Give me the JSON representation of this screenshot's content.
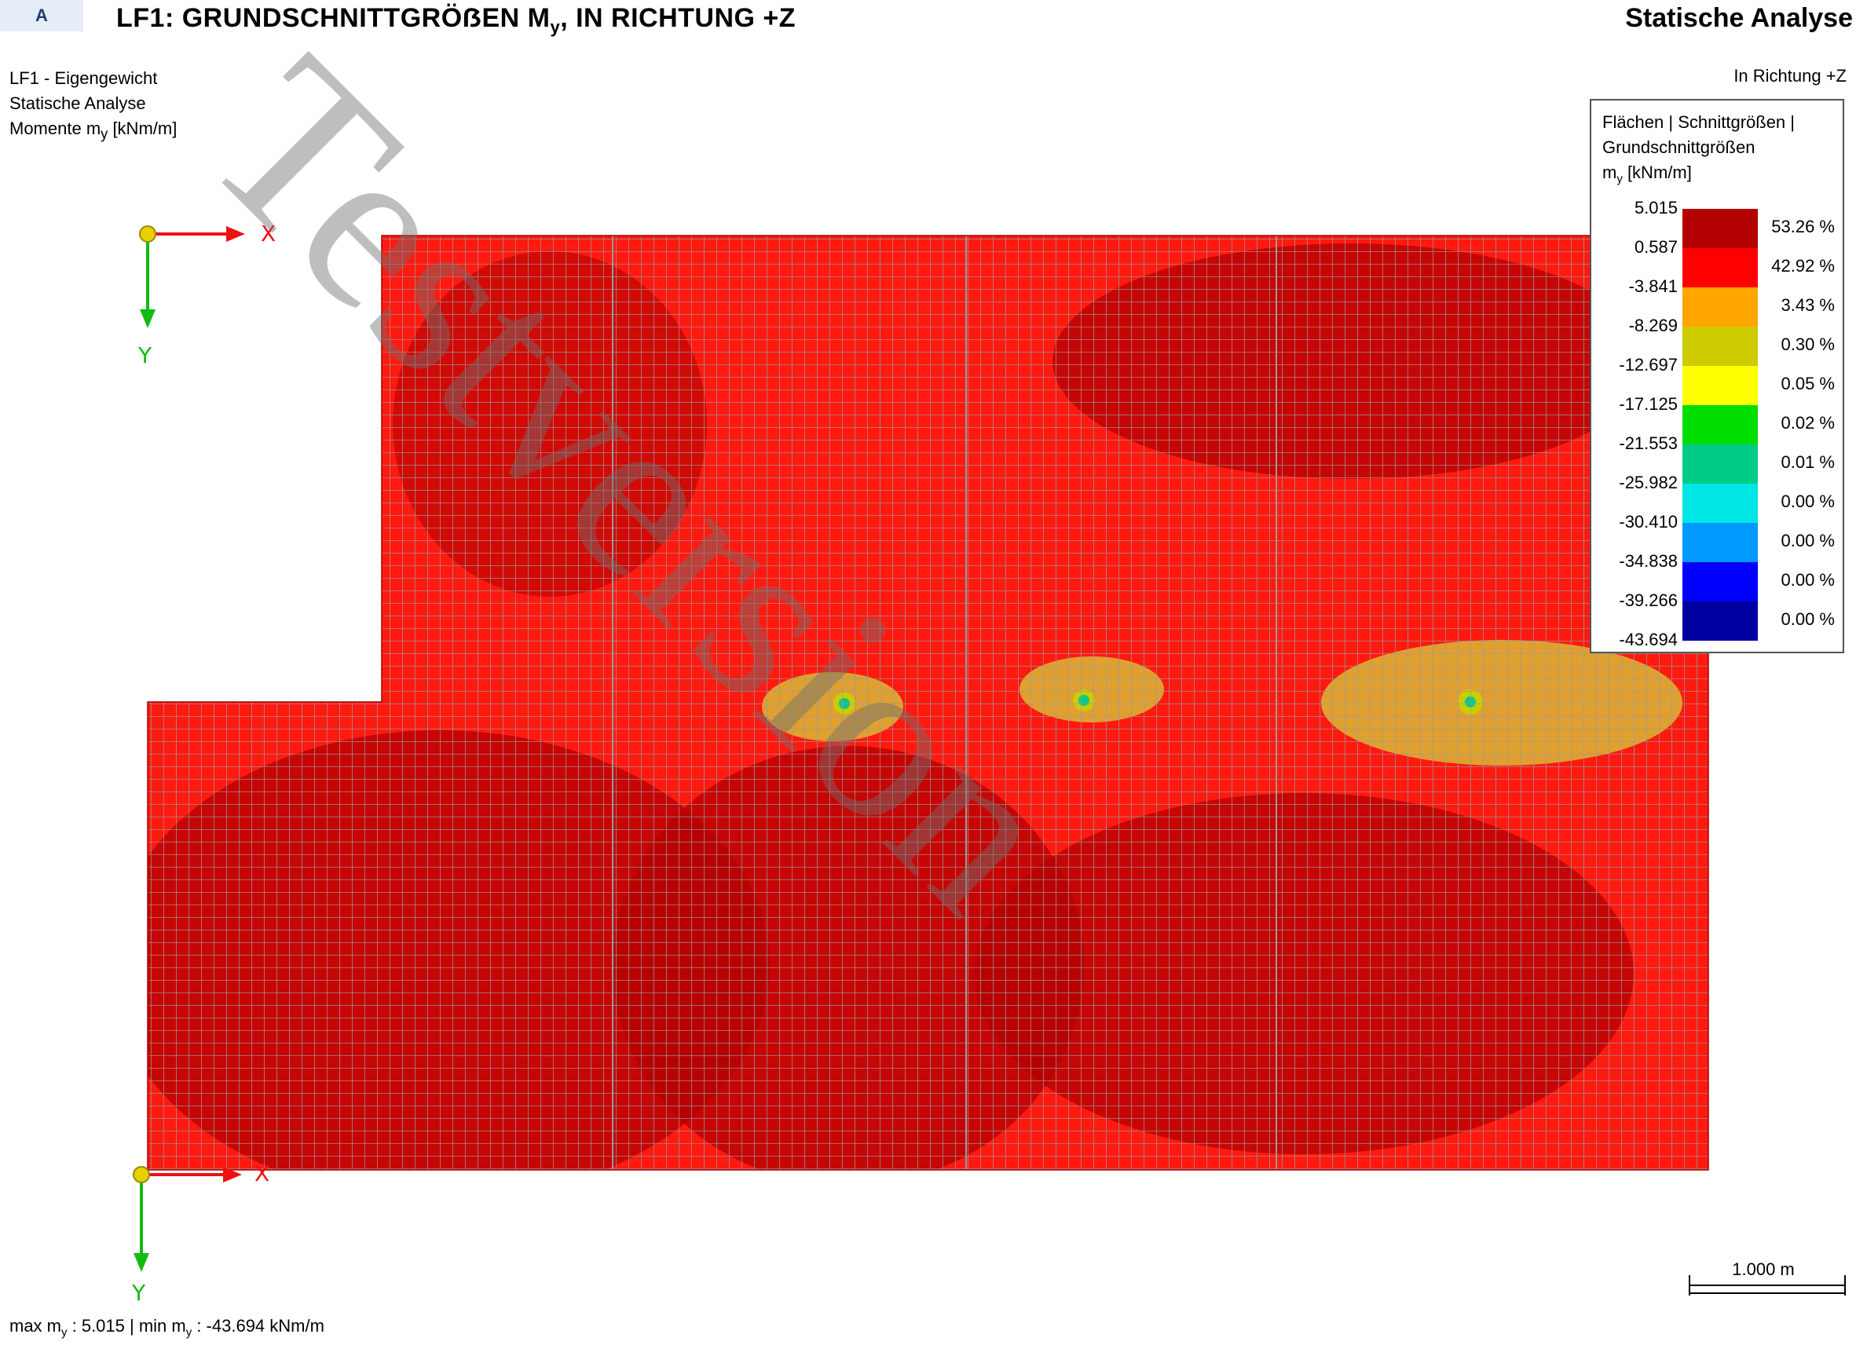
{
  "header": {
    "badge": "A",
    "title_main": "LF1: GRUNDSCHNITTGRÖẞEN M",
    "title_sub": "y",
    "title_rest": ", IN RICHTUNG +Z",
    "analysis_title": "Statische Analyse"
  },
  "info": {
    "loadcase": "LF1 - Eigengewicht",
    "analysis": "Statische Analyse",
    "result": "Momente m",
    "result_sub": "y",
    "result_unit": " [kNm/m]"
  },
  "direction_label": "In Richtung +Z",
  "axes": {
    "x_label": "X",
    "y_label": "Y"
  },
  "legend": {
    "head1": "Flächen | Schnittgrößen |",
    "head2": "Grundschnittgrößen",
    "head3": "m",
    "head3_sub": "y",
    "head3_unit": " [kNm/m]",
    "ticks": [
      "5.015",
      "0.587",
      "-3.841",
      "-8.269",
      "-12.697",
      "-17.125",
      "-21.553",
      "-25.982",
      "-30.410",
      "-34.838",
      "-39.266",
      "-43.694"
    ],
    "bands": [
      {
        "color": "#b30000",
        "pct": "53.26 %"
      },
      {
        "color": "#ff0000",
        "pct": "42.92 %"
      },
      {
        "color": "#ffa500",
        "pct": "3.43 %"
      },
      {
        "color": "#cccc00",
        "pct": "0.30 %"
      },
      {
        "color": "#ffff00",
        "pct": "0.05 %"
      },
      {
        "color": "#00dd00",
        "pct": "0.02 %"
      },
      {
        "color": "#00cc88",
        "pct": "0.01 %"
      },
      {
        "color": "#00e5e5",
        "pct": "0.00 %"
      },
      {
        "color": "#0099ff",
        "pct": "0.00 %"
      },
      {
        "color": "#0000ff",
        "pct": "0.00 %"
      },
      {
        "color": "#0000a0",
        "pct": "0.00 %"
      }
    ]
  },
  "watermark": "Testversion",
  "footer": {
    "max_label": "max m",
    "max_sub": "y",
    "max_value": " : 5.015 | min m",
    "min_sub": "y",
    "min_value": " : -43.694 kNm/m"
  },
  "scale_label": "1.000 m",
  "colors": {
    "dark_red": "#b30000",
    "red": "#ff1a10",
    "orange": "#e0a030",
    "mesh": "#9a9a9a",
    "axis_x": "#ee1111",
    "axis_y": "#11bb11",
    "origin": "#e8d000",
    "watermark": "rgba(110,110,110,0.45)"
  }
}
